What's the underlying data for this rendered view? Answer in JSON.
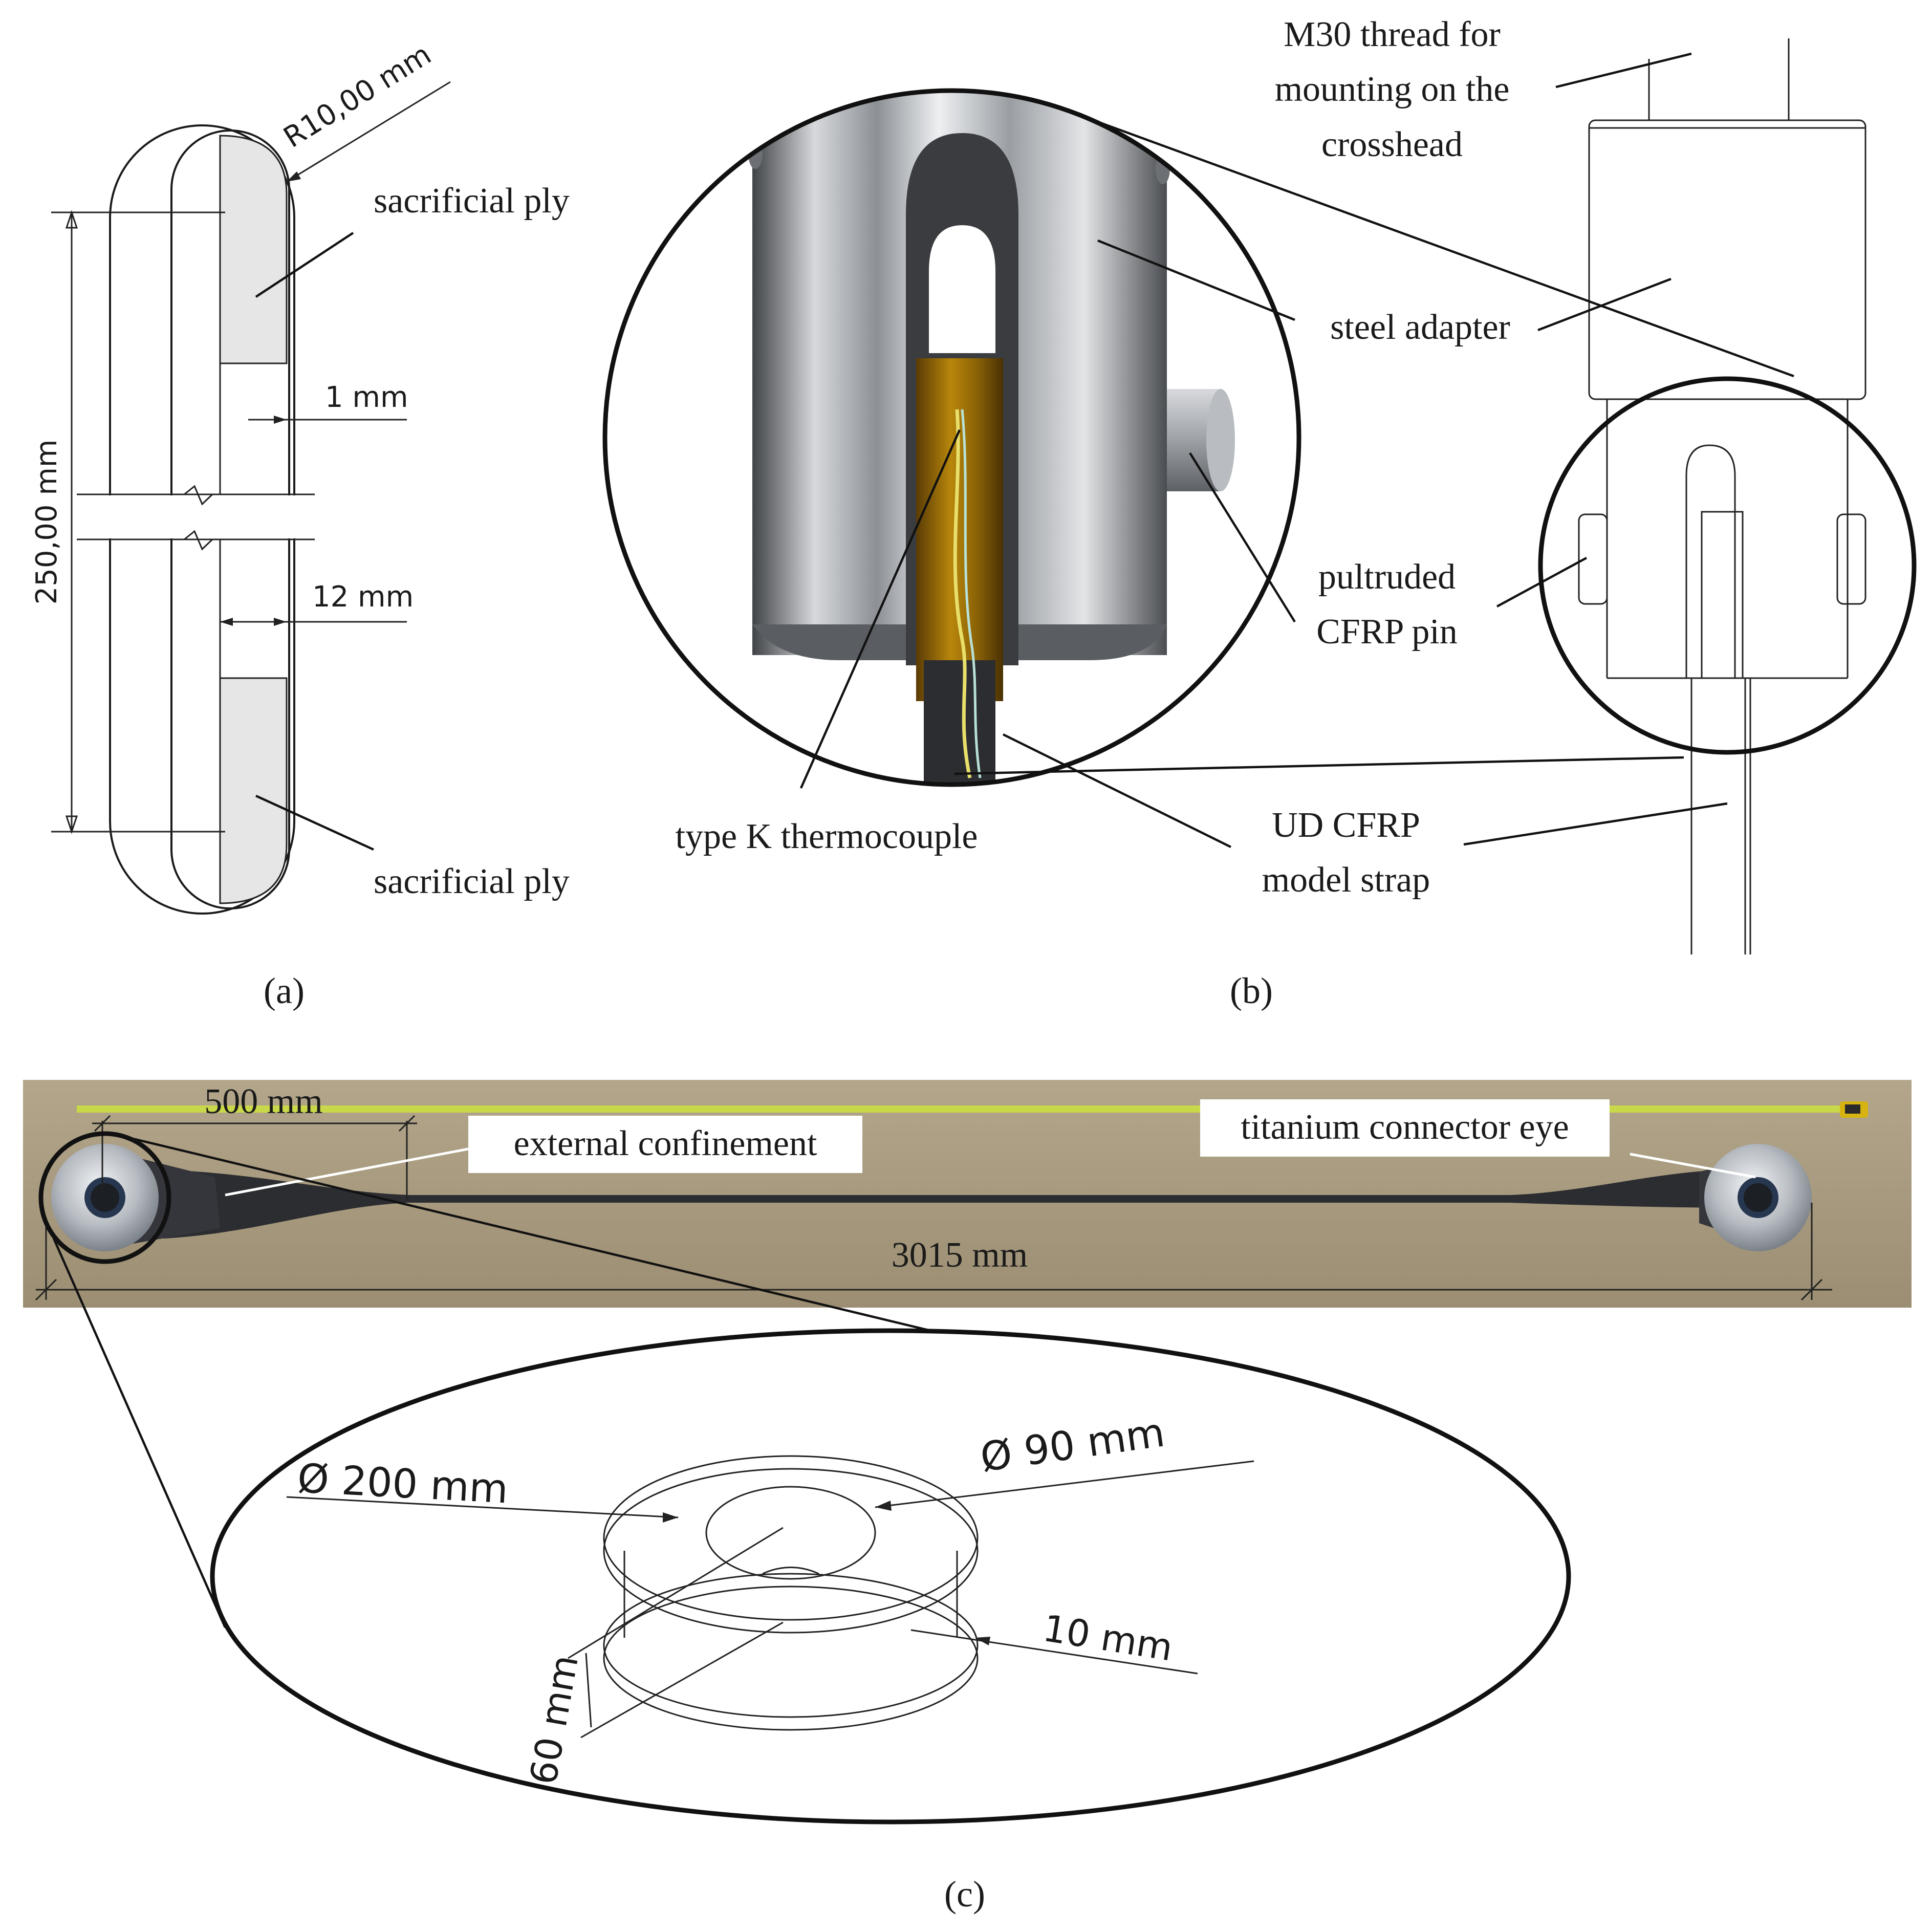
{
  "panel_a": {
    "radius_label": "R10,00 mm",
    "length_label": "250,00 mm",
    "thickness_label": "1 mm",
    "width_label": "12 mm",
    "ply_top_label": "sacrificial ply",
    "ply_bottom_label": "sacrificial ply",
    "caption": "(a)"
  },
  "panel_b": {
    "thread_label_1": "M30 thread for",
    "thread_label_2": "mounting on the",
    "thread_label_3": "crosshead",
    "adapter_label": "steel adapter",
    "pin_label_1": "pultruded",
    "pin_label_2": "CFRP pin",
    "thermocouple_label": "type K thermocouple",
    "strap_label_1": "UD CFRP",
    "strap_label_2": "model strap",
    "caption": "(b)"
  },
  "panel_c": {
    "tape_label": "500 mm",
    "confinement_label": "external confinement",
    "eye_label": "titanium connector eye",
    "total_length_label": "3015 mm",
    "outer_diameter_label": "Ø 200 mm",
    "inner_diameter_label": "Ø 90 mm",
    "thickness_label": "10 mm",
    "height_label": "60 mm",
    "caption": "(c)"
  },
  "colors": {
    "ink": "#1a1a1a",
    "ply_fill": "#e6e6e6",
    "photo_background": "#a89a7e",
    "tape": "#c8d84a",
    "kapton": "#b8860b",
    "steel": "#b9bcbf",
    "carbon": "#2b2d31"
  }
}
